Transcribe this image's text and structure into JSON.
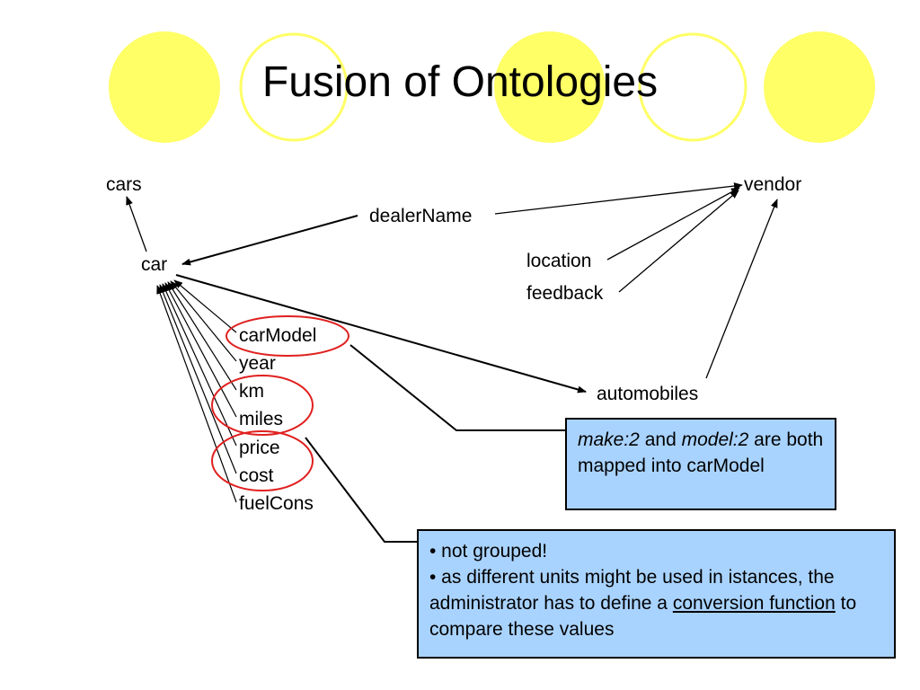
{
  "title": "Fusion of Ontologies",
  "nodes": {
    "cars": "cars",
    "vendor": "vendor",
    "dealer_name": "dealerName",
    "car": "car",
    "location": "location",
    "feedback": "feedback",
    "car_model": "carModel",
    "year": "year",
    "km": "km",
    "miles": "miles",
    "price": "price",
    "cost": "cost",
    "fuel_cons": "fuelCons",
    "automobiles": "automobiles"
  },
  "note_mapping": {
    "make": "make:2",
    "and": " and ",
    "model": "model:2",
    "rest": " are both mapped into carModel"
  },
  "note_units": {
    "bullet1": "• not grouped!",
    "bullet2_pre": "• as different units might be used in istances, the administrator has to define a ",
    "bullet2_link": "conversion function",
    "bullet2_post": " to compare these values"
  },
  "colors": {
    "circle_yellow": "#ffff66",
    "note_fill": "#a9d3ff",
    "highlight_ellipse": "#e02020"
  }
}
